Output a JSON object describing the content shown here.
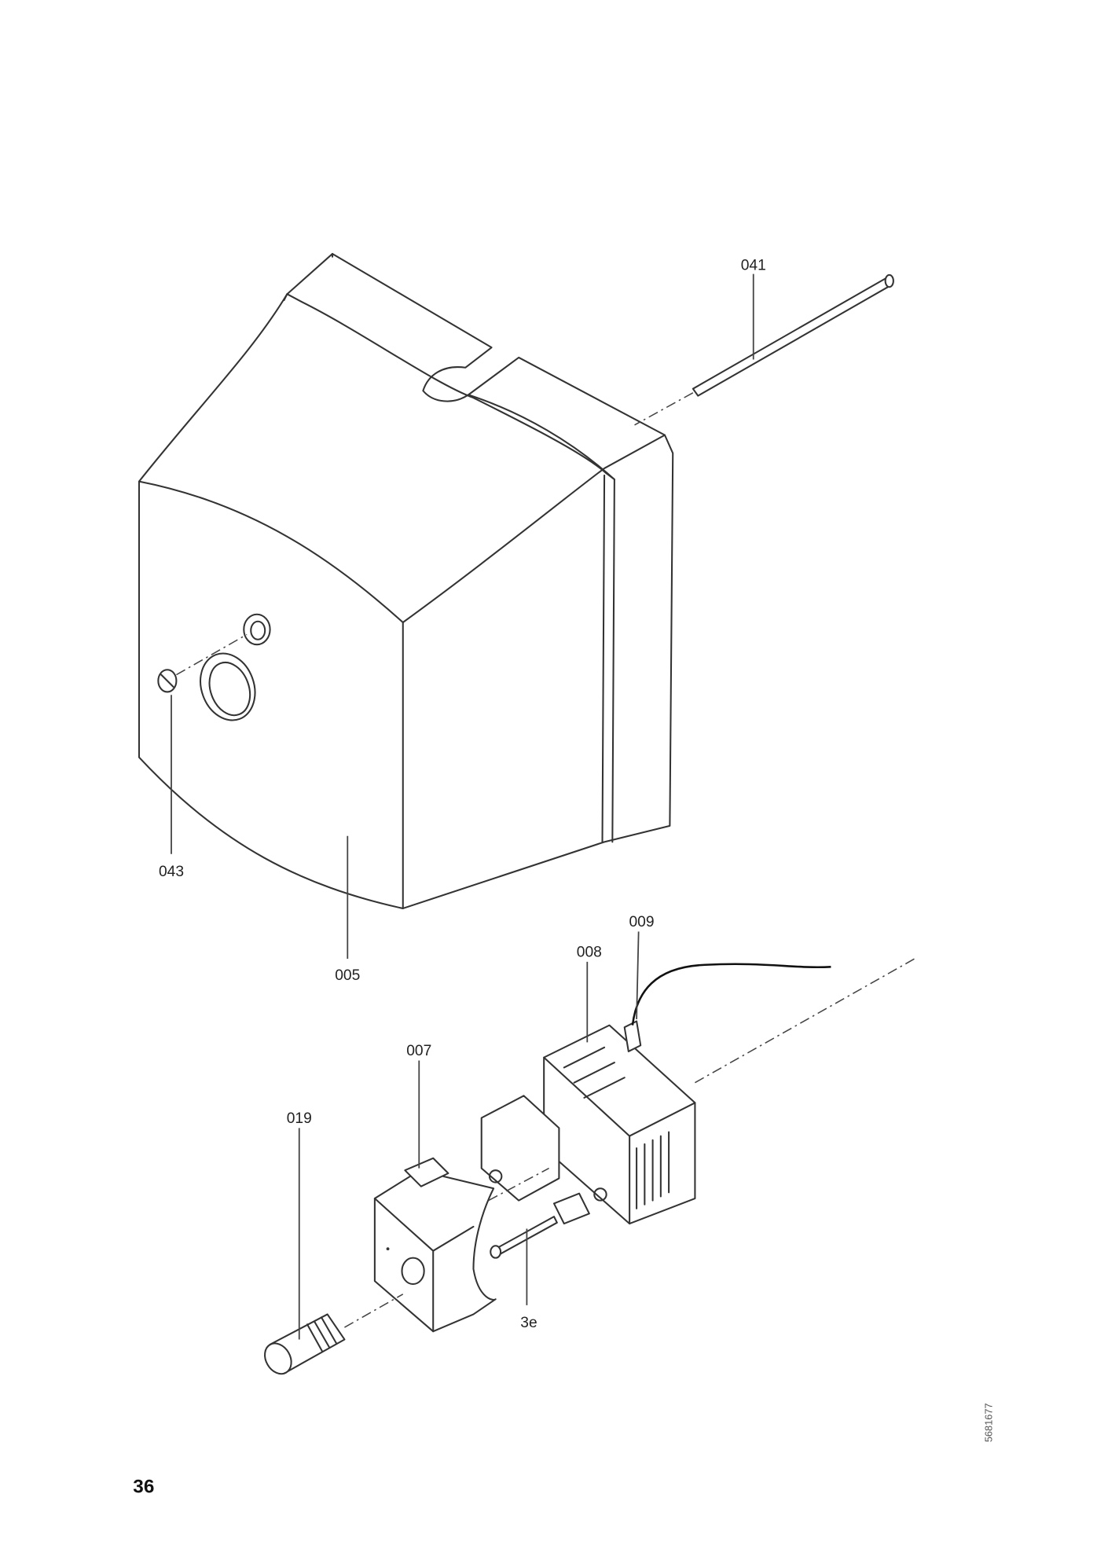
{
  "diagram": {
    "part_labels": {
      "p041": "041",
      "p043": "043",
      "p005": "005",
      "p009": "009",
      "p008": "008",
      "p007": "007",
      "p019": "019",
      "p3e": "3e"
    },
    "page_number": "36",
    "drawing_code": "5681677"
  }
}
